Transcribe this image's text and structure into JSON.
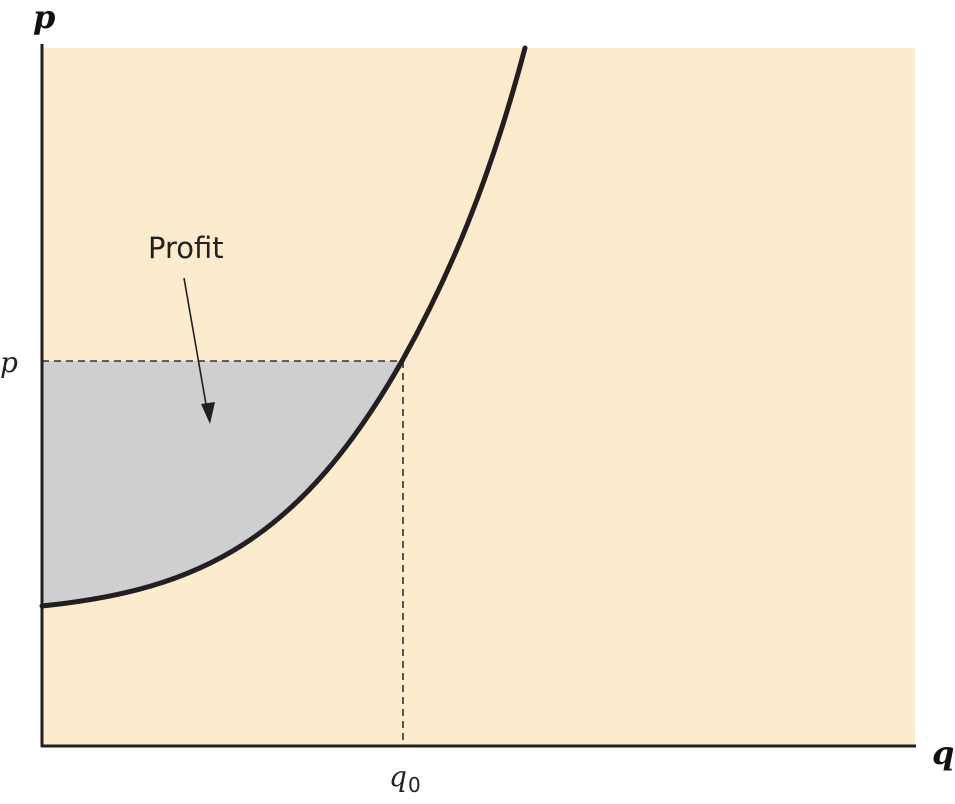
{
  "chart_data": {
    "type": "area",
    "x_axis_label": "q",
    "y_axis_label": "p",
    "price_label": "p",
    "quantity_label_base": "q",
    "quantity_label_sub": "0",
    "annotation": "Profit",
    "colors": {
      "background": "#fdebcd",
      "shaded_area": "#cfcfd1",
      "curve": "#231f20",
      "axes": "#231f20",
      "guides": "#333333"
    }
  }
}
